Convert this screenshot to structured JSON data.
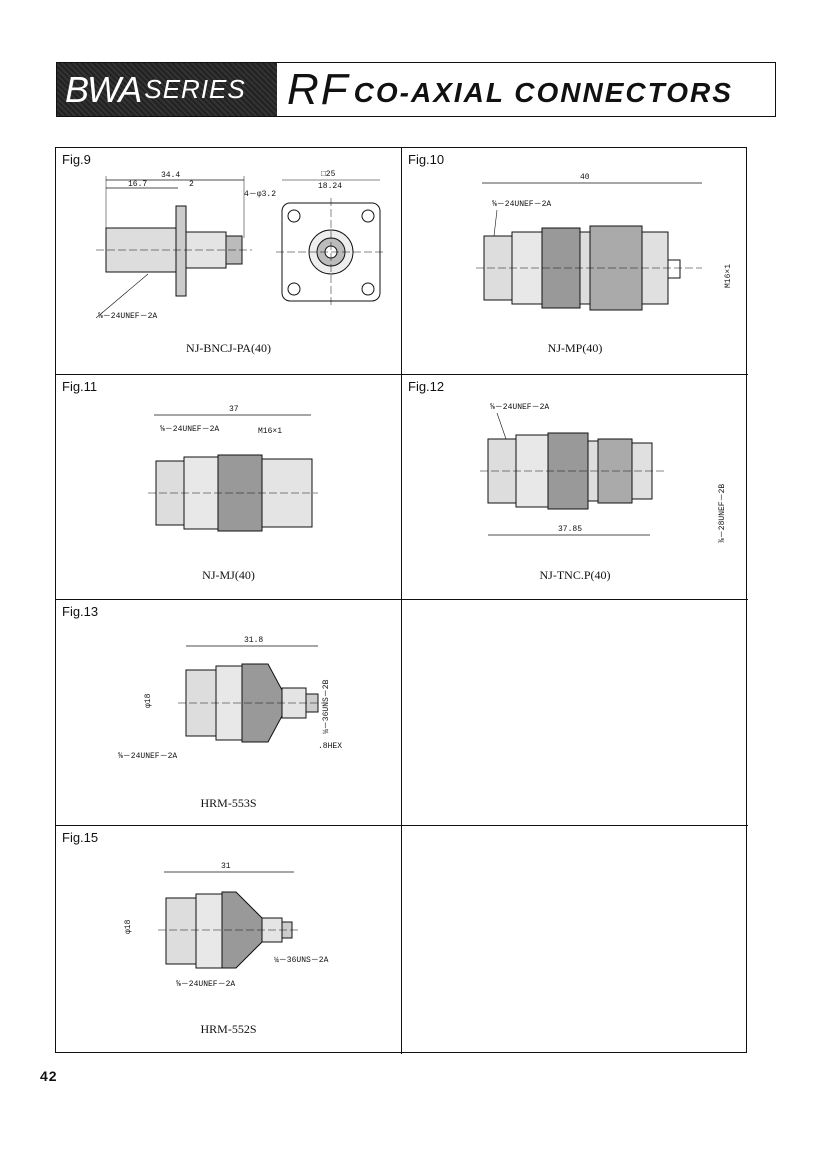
{
  "header": {
    "brand": "BWA",
    "series": "SERIES",
    "rf": "RF",
    "title": "CO-AXIAL CONNECTORS"
  },
  "figures": [
    {
      "label": "Fig.9",
      "caption": "NJ-BNCJ-PA(40)",
      "dims": {
        "overall": "34.4",
        "a": "16.7",
        "b": "2",
        "square": "□25",
        "inner": "18.24",
        "holes": "4－φ3.2",
        "thread": "⅝－24UNEF－2A"
      }
    },
    {
      "label": "Fig.10",
      "caption": "NJ-MP(40)",
      "dims": {
        "overall": "40",
        "thread": "⅝－24UNEF－2A",
        "m": "M16×1"
      }
    },
    {
      "label": "Fig.11",
      "caption": "NJ-MJ(40)",
      "dims": {
        "overall": "37",
        "thread": "⅝－24UNEF－2A",
        "m": "M16×1"
      }
    },
    {
      "label": "Fig.12",
      "caption": "NJ-TNC.P(40)",
      "dims": {
        "overall": "37.85",
        "thread": "⅝－24UNEF－2A",
        "thread2": "⅞－28UNEF－2B"
      }
    },
    {
      "label": "Fig.13",
      "caption": "HRM-553S",
      "dims": {
        "overall": "31.8",
        "dia": "φ18",
        "thread": "⅝－24UNEF－2A",
        "thread2": "¼－36UNS－2B",
        "hex": ".8HEX"
      }
    },
    {
      "label": "Fig.15",
      "caption": "HRM-552S",
      "dims": {
        "overall": "31",
        "dia": "φ18",
        "thread": "⅝－24UNEF－2A",
        "thread2": "¼－36UNS－2A"
      }
    }
  ],
  "page_number": "42"
}
